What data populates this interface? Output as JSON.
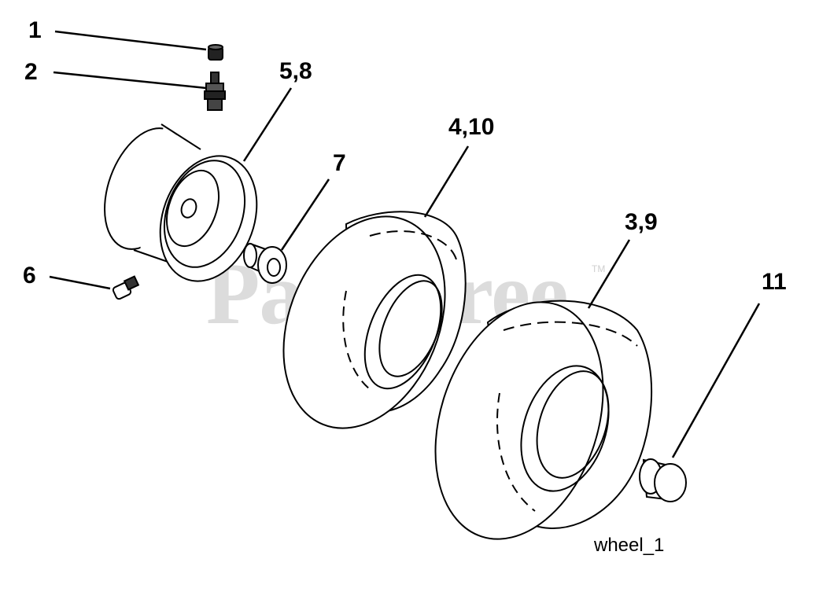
{
  "watermark": {
    "text": "PartsTree",
    "trademark": "TM",
    "color": "#dcdcdc"
  },
  "figure_id": "wheel_1",
  "callouts": [
    {
      "id": "c1",
      "label": "1",
      "part": "valve-cap"
    },
    {
      "id": "c2",
      "label": "2",
      "part": "valve-stem"
    },
    {
      "id": "c58",
      "label": "5,8",
      "part": "rim"
    },
    {
      "id": "c7",
      "label": "7",
      "part": "bushing"
    },
    {
      "id": "c6",
      "label": "6",
      "part": "grease-fitting"
    },
    {
      "id": "c410",
      "label": "4,10",
      "part": "front-tire"
    },
    {
      "id": "c39",
      "label": "3,9",
      "part": "rear-tire"
    },
    {
      "id": "c11",
      "label": "11",
      "part": "hub-cap"
    }
  ]
}
